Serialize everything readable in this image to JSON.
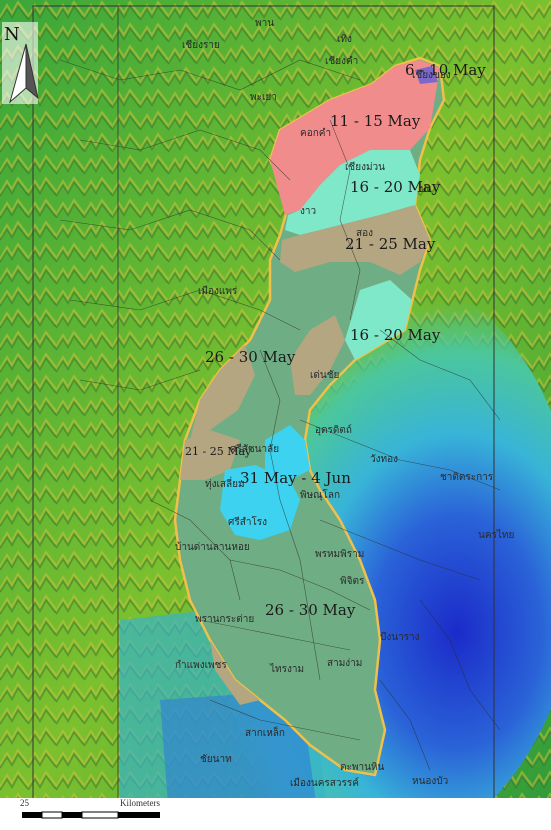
{
  "map": {
    "north_label": "N",
    "scale": {
      "left_value": "25",
      "unit": "Kilometers"
    },
    "zones": [
      {
        "id": "z1",
        "label": "6 - 10 May",
        "color": "#7b68c9"
      },
      {
        "id": "z2",
        "label": "11 - 15 May",
        "color": "#f08c8c"
      },
      {
        "id": "z3",
        "label": "16 - 20 May",
        "color": "#7fe8c8"
      },
      {
        "id": "z4",
        "label": "21 - 25 May",
        "color": "#b3a680"
      },
      {
        "id": "z5",
        "label": "16 - 20 May",
        "color": "#7fe8c8"
      },
      {
        "id": "z6",
        "label": "26 - 30 May",
        "color": "#b3a680"
      },
      {
        "id": "z7",
        "label": "21 - 25 May",
        "color": "#b3a680"
      },
      {
        "id": "z8",
        "label": "31 May - 4 Jun",
        "color": "#3cd2f0"
      },
      {
        "id": "z9",
        "label": "26 - 30 May",
        "color": "#6fae84"
      }
    ],
    "places": [
      "เชียงของ",
      "เชียงราย",
      "พาน",
      "เทิง",
      "พะเยา",
      "เชียงคำ",
      "คอกคำ",
      "เชียงม่วน",
      "ปง",
      "สอง",
      "งาว",
      "เมืองแพร่",
      "เด่นชัย",
      "ศรีสัชนาลัย",
      "อุตรดิตถ์",
      "ทุ่งเสลี่ยม",
      "พิษณุโลก",
      "พรหมพิราม",
      "ศรีสำโรง",
      "บ้านด่านลานหอย",
      "กำแพงเพชร",
      "พรานกระต่าย",
      "ไทรงาม",
      "สามง่าม",
      "พิจิตร",
      "ตะพานหิน",
      "บึงนาราง",
      "เมืองนครสวรรค์",
      "ชัยนาท",
      "นครไทย",
      "ชาติตระการ",
      "วังทอง",
      "สากเหล็ก",
      "หนองบัว"
    ]
  }
}
